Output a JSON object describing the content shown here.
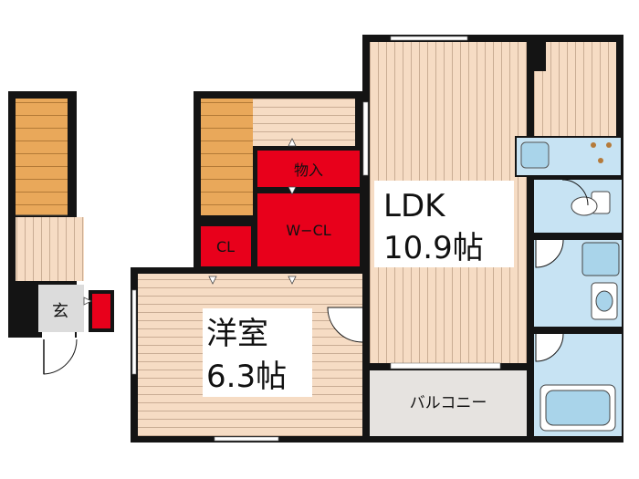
{
  "labels": {
    "genkan": "玄",
    "monoire": "物入",
    "wcl": "W−CL",
    "cl": "CL",
    "ldk_name": "LDK",
    "ldk_size": "10.9帖",
    "yoshitsu_name": "洋室",
    "yoshitsu_size": "6.3帖",
    "balcony": "バルコニー"
  },
  "colors": {
    "wall": "#141414",
    "floor": "#f6dcc4",
    "floor_line": "#c9ad94",
    "storage_red": "#e8001b",
    "stair": "#e9a85a",
    "wet_area": "#c7e3f3",
    "fixture": "#a9d4ea",
    "genkan_floor": "#dcdcdc",
    "balcony_floor": "#e6e3e0"
  }
}
